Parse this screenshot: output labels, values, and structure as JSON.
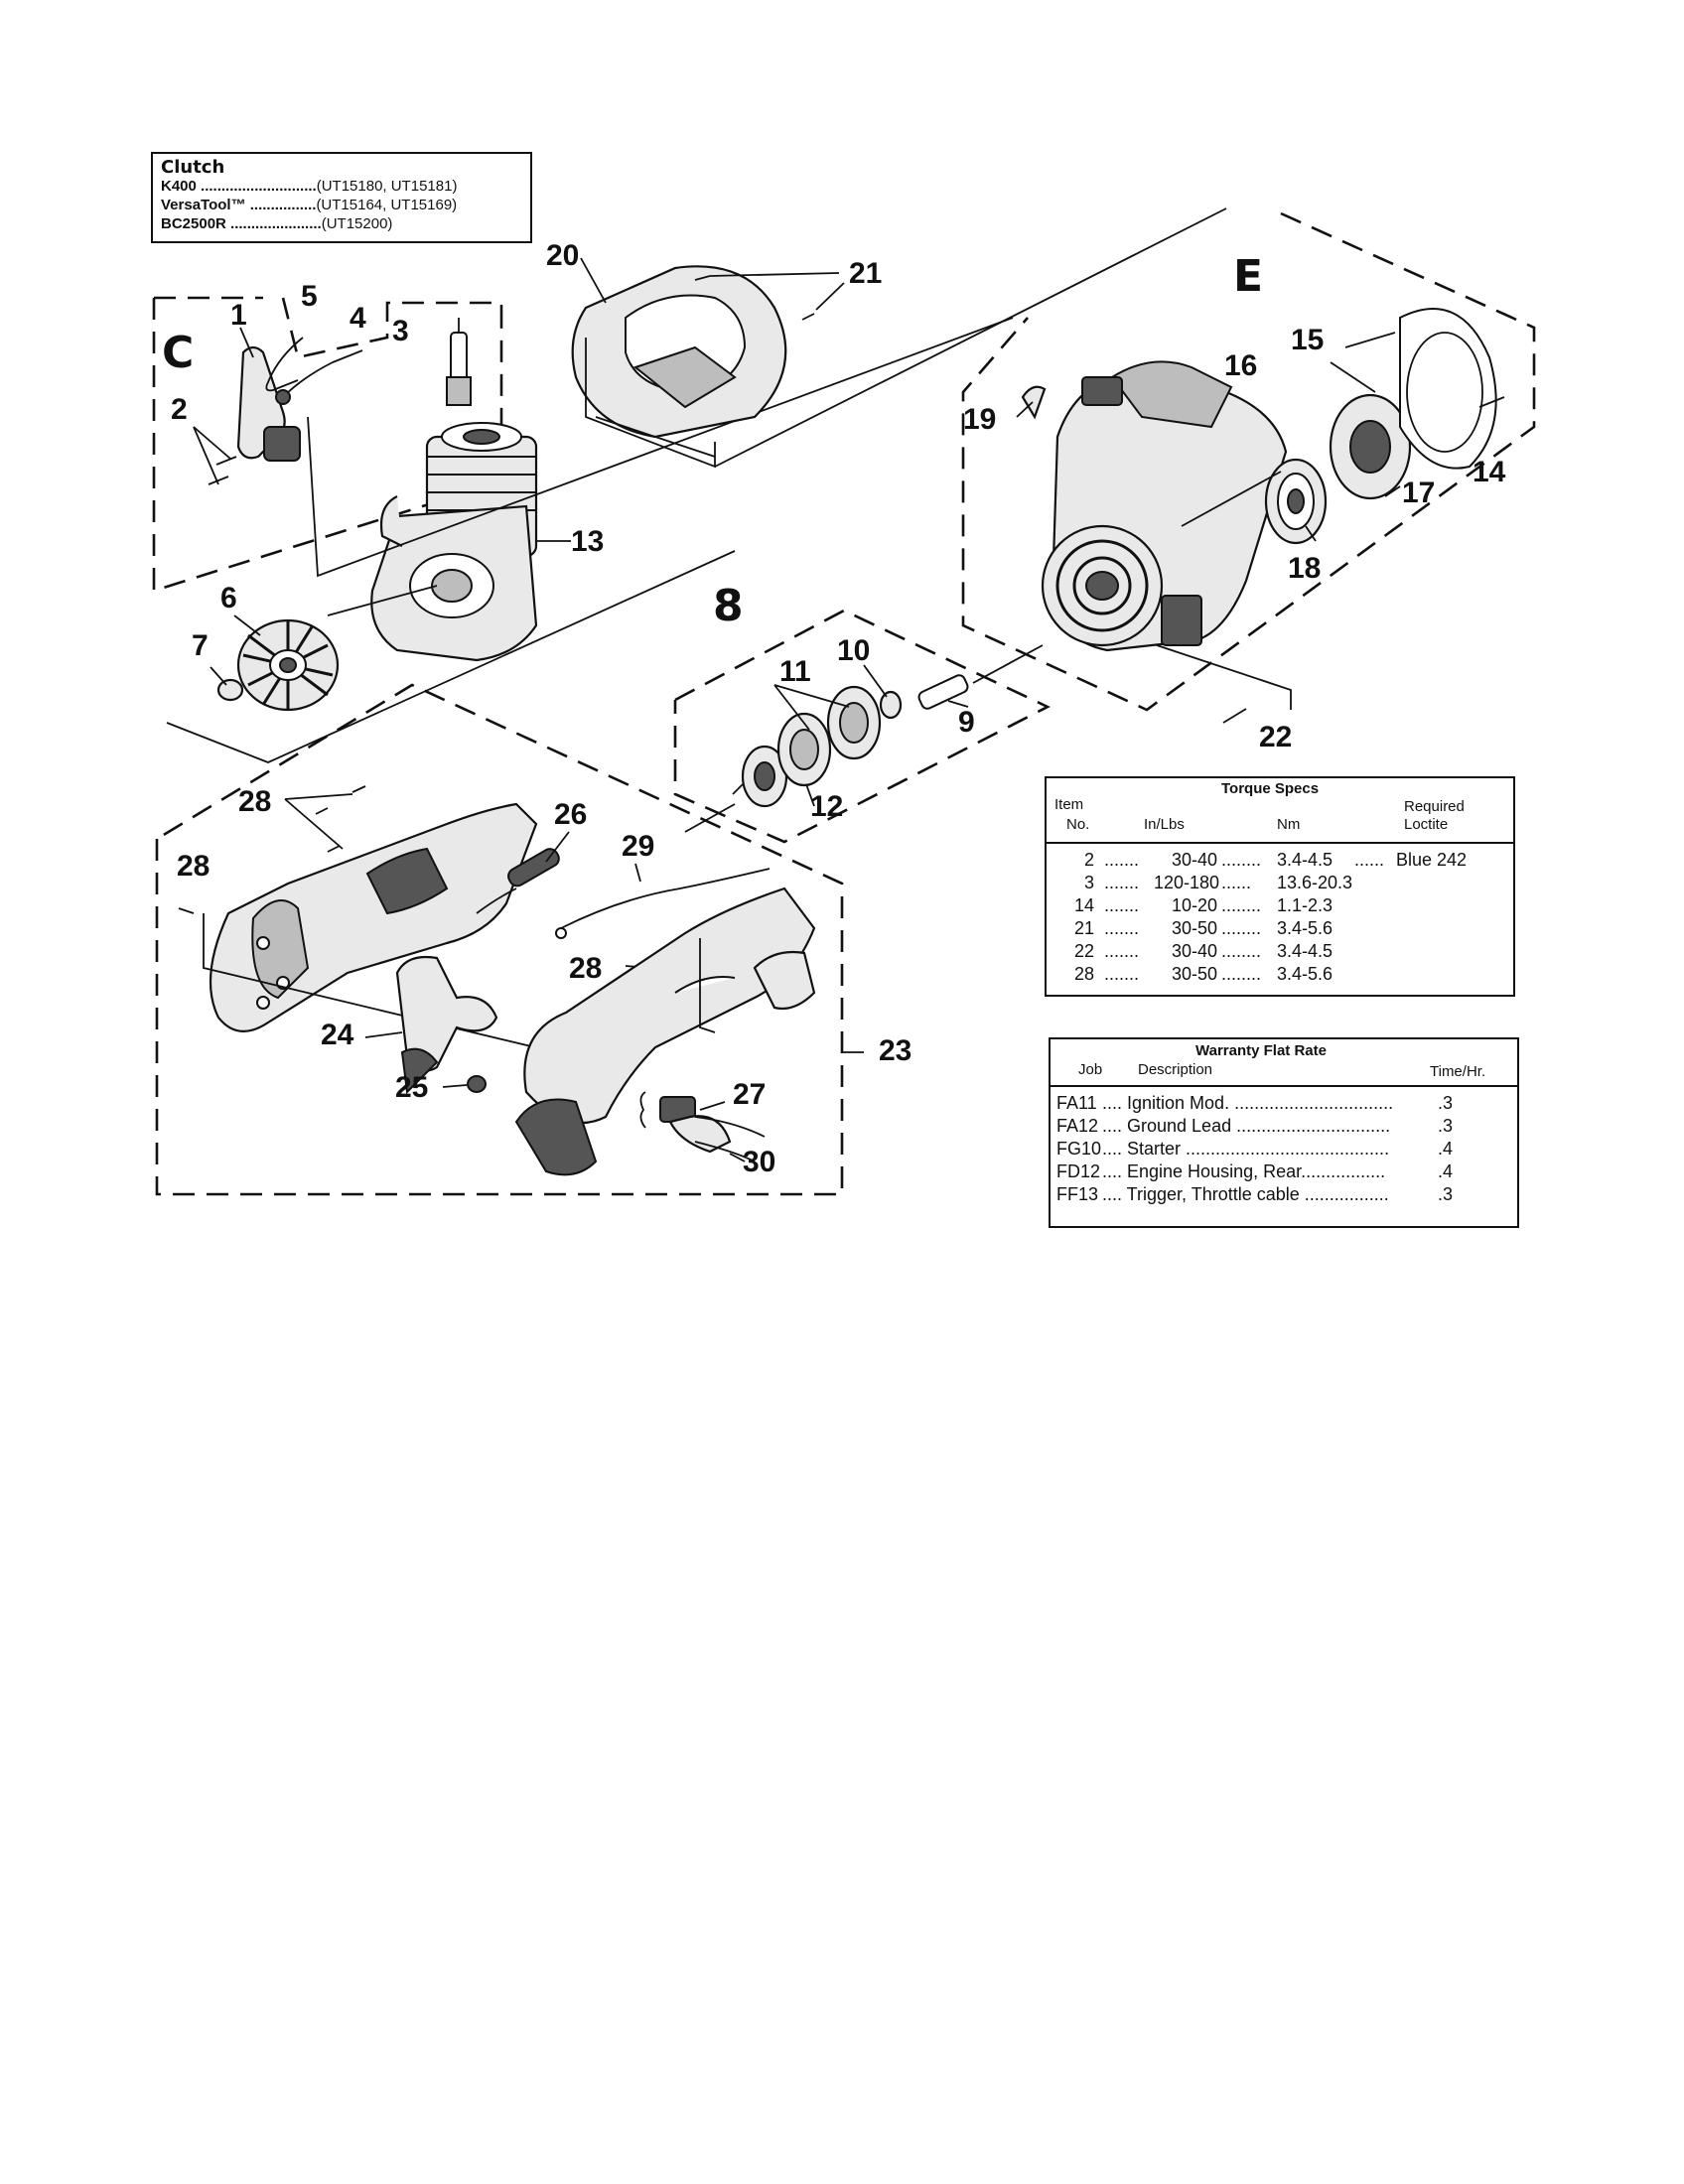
{
  "clutch": {
    "title": "Clutch",
    "rows": [
      {
        "model": "K400 ............................",
        "units": "(UT15180, UT15181)"
      },
      {
        "model": "VersaTool™ ................",
        "units": "(UT15164, UT15169)"
      },
      {
        "model": "BC2500R ......................",
        "units": "(UT15200)"
      }
    ]
  },
  "sections": {
    "c": "C",
    "e": "E",
    "eight": "8"
  },
  "callouts": {
    "n1": "1",
    "n2": "2",
    "n3": "3",
    "n4": "4",
    "n5": "5",
    "n6": "6",
    "n7": "7",
    "n9": "9",
    "n10": "10",
    "n11": "11",
    "n12": "12",
    "n13": "13",
    "n14": "14",
    "n15": "15",
    "n16": "16",
    "n17": "17",
    "n18": "18",
    "n19": "19",
    "n20": "20",
    "n21": "21",
    "n22": "22",
    "n23": "23",
    "n24": "24",
    "n25": "25",
    "n26": "26",
    "n27": "27",
    "n28a": "28",
    "n28b": "28",
    "n28c": "28",
    "n29": "29",
    "n30": "30"
  },
  "torque": {
    "title": "Torque Specs",
    "h_item": "Item",
    "h_no": "No.",
    "h_inlbs": "In/Lbs",
    "h_nm": "Nm",
    "h_req": "Required",
    "h_loctite": "Loctite",
    "rows": [
      {
        "item": "2",
        "d1": ".......",
        "inlbs": "30-40",
        "d2": "........",
        "nm": "3.4-4.5",
        "d3": "......",
        "loctite": "Blue 242"
      },
      {
        "item": "3",
        "d1": ".......",
        "inlbs": "120-180",
        "d2": "......",
        "nm": "13.6-20.3",
        "d3": "",
        "loctite": ""
      },
      {
        "item": "14",
        "d1": ".......",
        "inlbs": "10-20",
        "d2": "........",
        "nm": "1.1-2.3",
        "d3": "",
        "loctite": ""
      },
      {
        "item": "21",
        "d1": ".......",
        "inlbs": "30-50",
        "d2": "........",
        "nm": "3.4-5.6",
        "d3": "",
        "loctite": ""
      },
      {
        "item": "22",
        "d1": ".......",
        "inlbs": "30-40",
        "d2": "........",
        "nm": "3.4-4.5",
        "d3": "",
        "loctite": ""
      },
      {
        "item": "28",
        "d1": ".......",
        "inlbs": "30-50",
        "d2": "........",
        "nm": "3.4-5.6",
        "d3": "",
        "loctite": ""
      }
    ]
  },
  "warranty": {
    "title": "Warranty Flat Rate",
    "h_job": "Job",
    "h_desc": "Description",
    "h_time": "Time/Hr.",
    "rows": [
      {
        "job": "FA11",
        "desc": ".... Ignition Mod. ................................",
        "time": ".3"
      },
      {
        "job": "FA12",
        "desc": ".... Ground Lead ...............................",
        "time": ".3"
      },
      {
        "job": "FG10",
        "desc": ".... Starter .........................................",
        "time": ".4"
      },
      {
        "job": "FD12",
        "desc": ".... Engine Housing, Rear.................",
        "time": ".4"
      },
      {
        "job": "FF13",
        "desc": ".... Trigger, Throttle cable .................",
        "time": ".3"
      }
    ]
  }
}
